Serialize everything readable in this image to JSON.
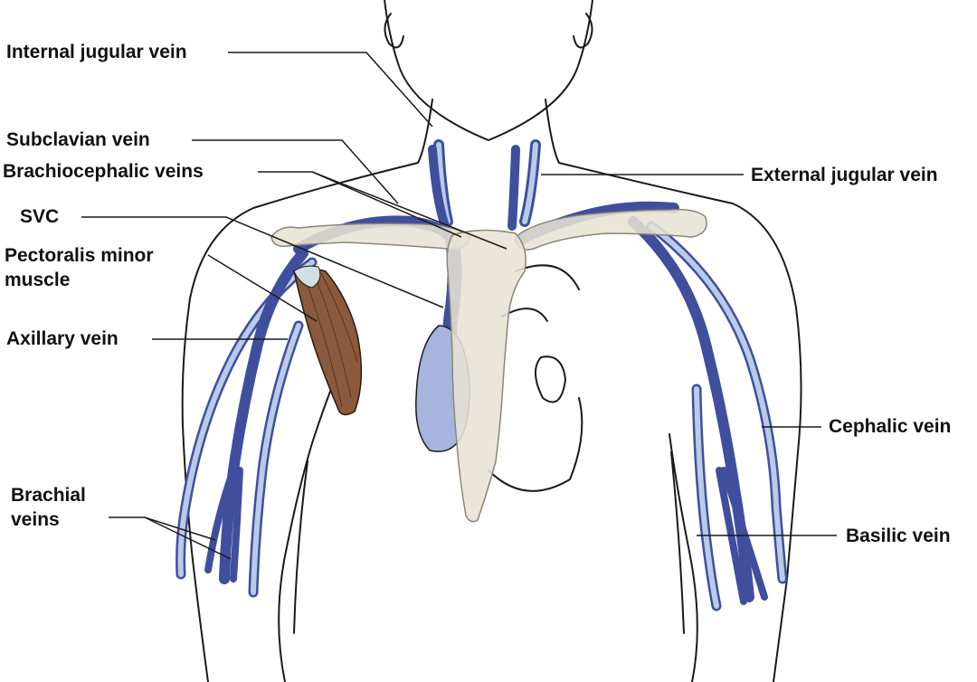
{
  "labels": {
    "internal_jugular_vein": "Internal jugular vein",
    "subclavian_vein": "Subclavian vein",
    "brachiocephalic_veins": "Brachiocephalic veins",
    "svc": "SVC",
    "pectoralis_minor_line1": "Pectoralis minor",
    "pectoralis_minor_line2": "muscle",
    "axillary_vein": "Axillary vein",
    "brachial_veins_line1": "Brachial",
    "brachial_veins_line2": "veins",
    "external_jugular_vein": "External jugular vein",
    "cephalic_vein": "Cephalic vein",
    "basilic_vein": "Basilic vein"
  },
  "colors": {
    "outline": "#1a1a1a",
    "deep_vein": "#3f4f9e",
    "superficial_vein": "#b9cbe6",
    "bone": "#e7e2d4",
    "bone_outline": "#8a8577",
    "muscle": "#8a5a3c",
    "svc_fill": "#a7b4de"
  }
}
